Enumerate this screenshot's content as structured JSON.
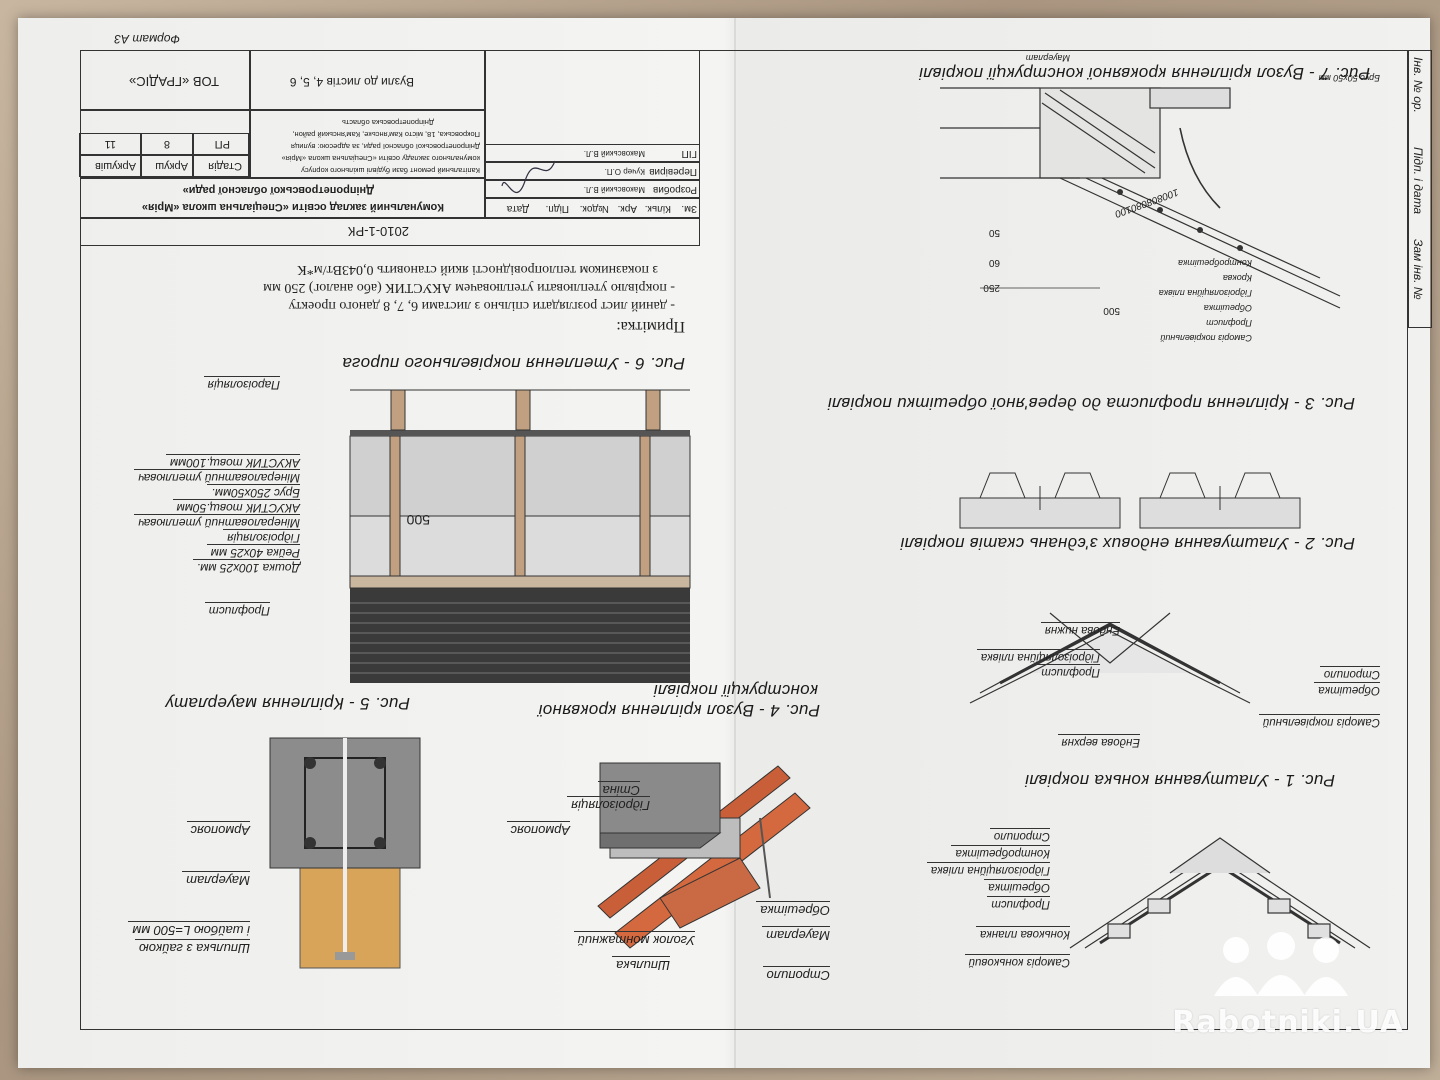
{
  "watermark": "Rabotniki.UA",
  "sheet_format": "Формат А3",
  "figures": {
    "fig1": {
      "title": "Рис. 1 - Улаштування конька покрівлі",
      "labels": [
        "Саморіз коньковий",
        "Конькова планка",
        "Профлист",
        "Обрешітка",
        "Гідроізоляційна плівка",
        "Контробрешітка",
        "Стропило"
      ]
    },
    "fig2": {
      "title": "Рис. 2 - Улаштування ендових з'єднань скатів покрівлі",
      "labels": [
        "Саморіз покрівельний",
        "Ендова верхня",
        "Профлист",
        "Обрешітка",
        "Гідроізоляційна плівка",
        "Стропило",
        "Ендова нижня"
      ]
    },
    "fig3": {
      "title": "Рис. 3 - Кріплення профлиста до дерев'яної обрешітки покрівлі"
    },
    "fig4": {
      "title_line1": "Рис. 4 - Вузол кріплення кроквяної",
      "title_line2": "конструкції покрівлі",
      "labels": [
        "Стропило",
        "Шпилька",
        "Мауерлат",
        "Уголок монтажний",
        "Обрешітка",
        "Армопояс",
        "Гідроізоляція",
        "Стіна"
      ]
    },
    "fig5": {
      "title": "Рис. 5 - Кріплення мауерлату",
      "labels": [
        "Шпилька з гайкою",
        "і шайбою L=500 мм",
        "Мауерлат",
        "Армопояс"
      ]
    },
    "fig6": {
      "title": "Рис. 6 - Утеплення покрівельного пирога",
      "dimension": "500",
      "labels": [
        "Профлист",
        "Дошка 100х25 мм.",
        "Рейка 40х25 мм",
        "Гідроізоляція",
        "Мінераловатний утеплювач",
        "АКУСТИК товщ.50мм",
        "Брус 250х50мм.",
        "Мінераловатний утеплювач",
        "АКУСТИК товщ.100мм",
        "Пароізоляція"
      ]
    },
    "fig7": {
      "title": "Рис. 7 - Вузол кріплення кроквяної конструкції покрівлі",
      "dims": [
        "250",
        "60",
        "50",
        "500"
      ],
      "labels": [
        "Саморіз покрівельний",
        "Профлист",
        "Обрешітка",
        "Гідроізоляційна плівка",
        "Кроква",
        "Контробрешітка",
        "Мауерлат",
        "Брус 50х50 мм"
      ],
      "numbers": "100808080100"
    }
  },
  "note": {
    "heading": "Примітка:",
    "line1": "- даний лист розглядати спільно з листами 6, 7, 8 даного проекту",
    "line2": "- покрівлю утеплювати утеплювачем АКУСТИК (або аналог) 250 мм",
    "line3": "з показником теплопровідності який становить 0,043Вт/м*К"
  },
  "title_block": {
    "code": "2010-1-РК",
    "org_line1": "Комунальний заклад освіти «Спеціальна школа «Мрія»",
    "org_line2": "Дніпропетровської обласної ради»",
    "desc1": "Капітальний ремонт бази будівлі шкільного корпусу",
    "desc2": "комунального закладу освіти «Спеціальна школа «Мрія»",
    "desc3": "Дніпропетровської обласної ради, за адресою: вулиця",
    "desc4": "Покровська, 18, місто Кам'янське, Кам'янський район,",
    "desc5": "Дніпропетровська область",
    "sheet_name": "Вузли до листів 4, 5, 6",
    "company": "ТОВ «ГРАДІС»",
    "stage_h": "Стадія",
    "sheet_h": "Аркуш",
    "sheets_h": "Аркушів",
    "stage": "РП",
    "sheet": "8",
    "sheets": "11",
    "cols": [
      "Зм.",
      "Кільк.",
      "Арк.",
      "№док.",
      "Підп.",
      "Дата"
    ],
    "roles": [
      "Розробив",
      "Перевірив",
      "ГІП"
    ],
    "names": [
      "Маковський В.Л.",
      "Кучер О.П.",
      "Маковський В.Л."
    ]
  },
  "side": {
    "inv": "Інв. № ор.",
    "sign": "Підп. і дата",
    "replace": "Зам інв. №"
  }
}
